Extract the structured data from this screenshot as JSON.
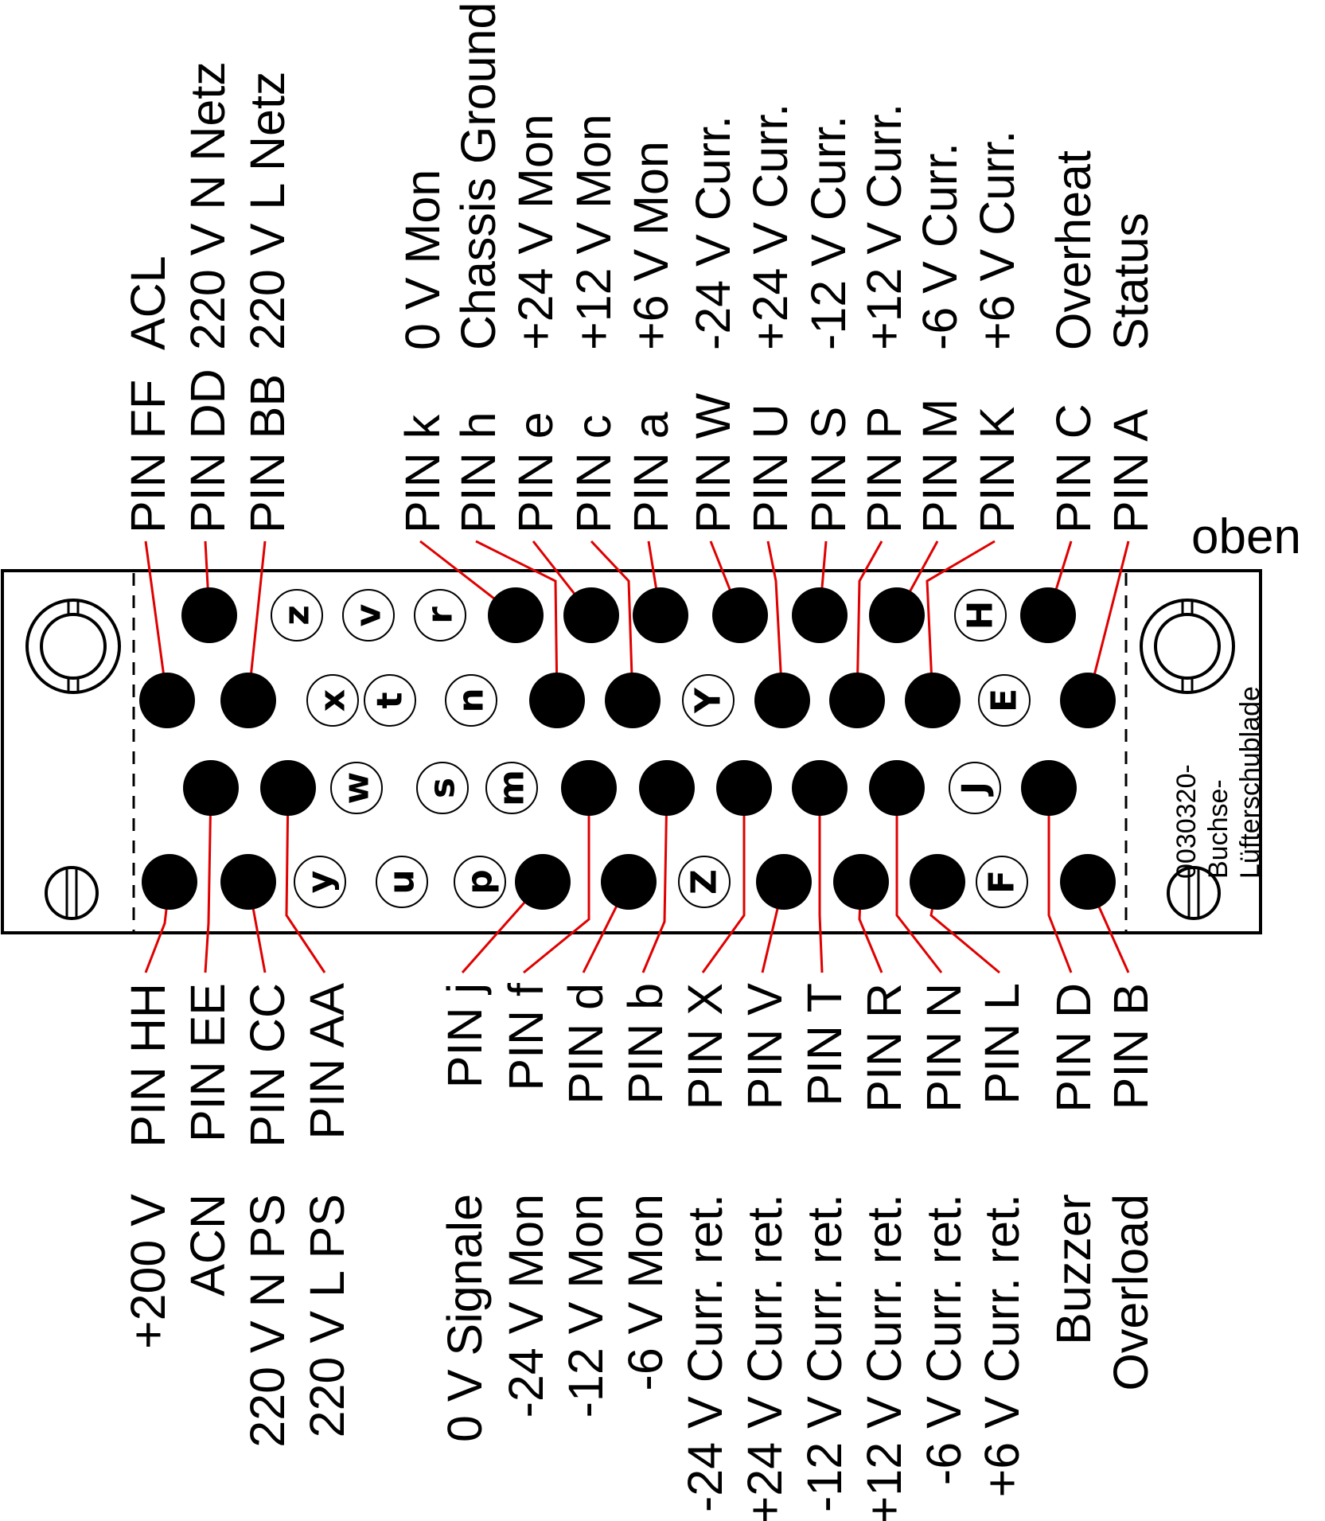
{
  "orientation_label": "oben",
  "part_note": [
    "0030320-",
    "Buchse-",
    "Lüfterschublade"
  ],
  "wire_color": "#e00000",
  "dot_color": "#000000",
  "top_row": [
    {
      "pin": "PIN FF",
      "signal": "ACL"
    },
    {
      "pin": "PIN DD",
      "signal": "220 V N Netz"
    },
    {
      "pin": "PIN BB",
      "signal": "220 V L Netz"
    },
    {
      "pin": "PIN k",
      "signal": "0 V Mon"
    },
    {
      "pin": "PIN h",
      "signal": "Chassis Ground"
    },
    {
      "pin": "PIN e",
      "signal": "+24 V Mon"
    },
    {
      "pin": "PIN c",
      "signal": "+12 V Mon"
    },
    {
      "pin": "PIN a",
      "signal": "+6 V Mon"
    },
    {
      "pin": "PIN W",
      "signal": "-24 V Curr."
    },
    {
      "pin": "PIN U",
      "signal": "+24 V Curr."
    },
    {
      "pin": "PIN S",
      "signal": "-12 V Curr."
    },
    {
      "pin": "PIN P",
      "signal": "+12 V Curr."
    },
    {
      "pin": "PIN M",
      "signal": "-6 V Curr."
    },
    {
      "pin": "PIN K",
      "signal": "+6 V Curr."
    },
    {
      "pin": "PIN C",
      "signal": "Overheat"
    },
    {
      "pin": "PIN A",
      "signal": "Status"
    }
  ],
  "bottom_row": [
    {
      "pin": "PIN HH",
      "signal": "+200 V"
    },
    {
      "pin": "PIN EE",
      "signal": "ACN"
    },
    {
      "pin": "PIN CC",
      "signal": "220 V N PS"
    },
    {
      "pin": "PIN AA",
      "signal": "220 V L PS"
    },
    {
      "pin": "PIN j",
      "signal": "0 V Signale"
    },
    {
      "pin": "PIN f",
      "signal": "-24 V Mon"
    },
    {
      "pin": "PIN d",
      "signal": "-12 V Mon"
    },
    {
      "pin": "PIN b",
      "signal": "-6 V Mon"
    },
    {
      "pin": "PIN X",
      "signal": "-24 V Curr. ret."
    },
    {
      "pin": "PIN V",
      "signal": "+24 V Curr. ret."
    },
    {
      "pin": "PIN T",
      "signal": "-12 V Curr. ret."
    },
    {
      "pin": "PIN R",
      "signal": "+12 V Curr. ret."
    },
    {
      "pin": "PIN N",
      "signal": "-6 V Curr. ret."
    },
    {
      "pin": "PIN L",
      "signal": "+6 V Curr. ret."
    },
    {
      "pin": "PIN D",
      "signal": "Buzzer"
    },
    {
      "pin": "PIN B",
      "signal": "Overload"
    }
  ],
  "unused_contacts": [
    "z",
    "v",
    "r",
    "H",
    "x",
    "t",
    "n",
    "Y",
    "E",
    "w",
    "s",
    "m",
    "J",
    "y",
    "u",
    "p",
    "Z",
    "F"
  ]
}
